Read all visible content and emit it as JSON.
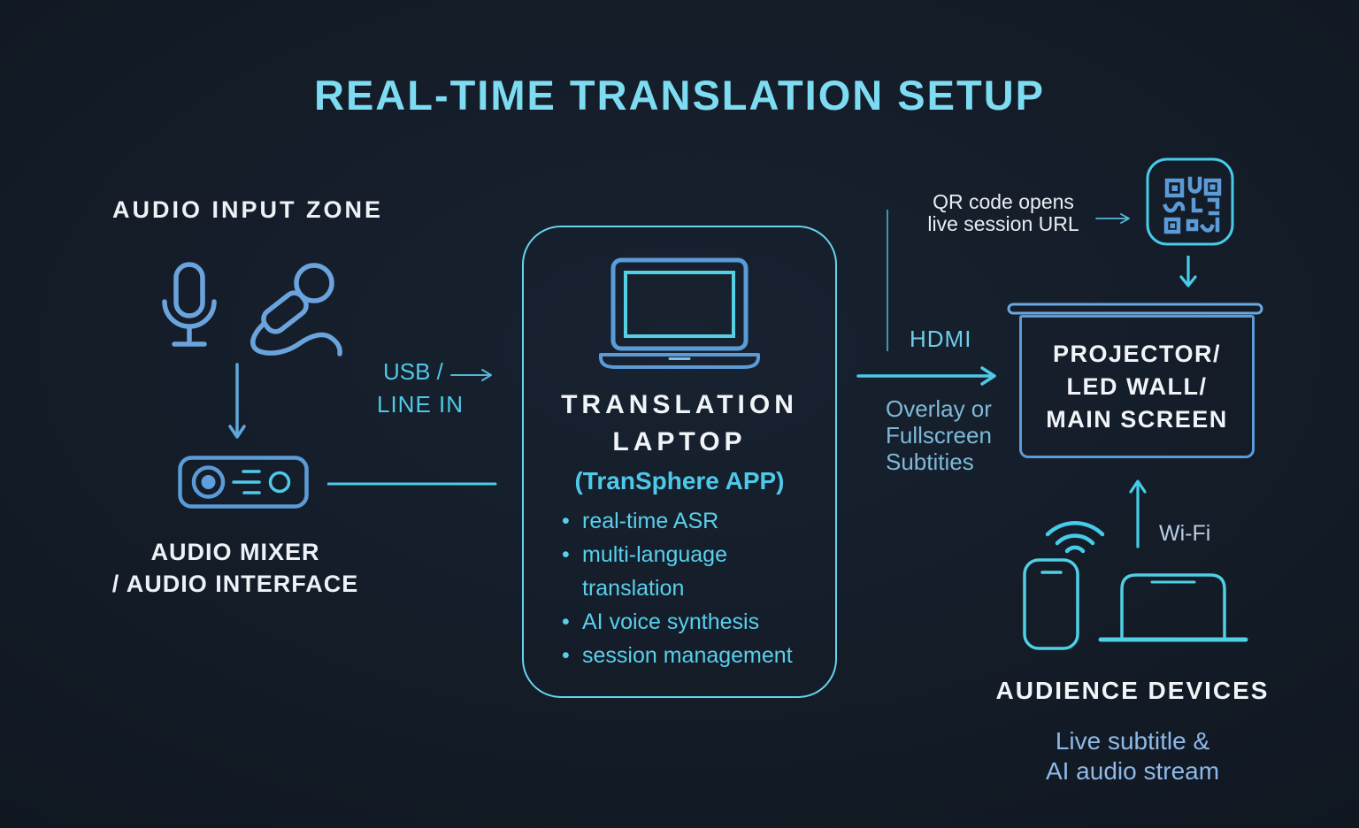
{
  "title": "REAL-TIME TRANSLATION SETUP",
  "audio_input": {
    "heading": "AUDIO INPUT ZONE",
    "mixer_label_line1": "AUDIO MIXER",
    "mixer_label_line2": "/ AUDIO INTERFACE",
    "connection_line1": "USB /",
    "connection_line2": "LINE IN"
  },
  "laptop": {
    "name_line1": "TRANSLATION",
    "name_line2": "LAPTOP",
    "app_name": "(TranSphere APP)",
    "features": [
      "real-time ASR",
      "multi-language translation",
      "AI voice synthesis",
      "session management"
    ]
  },
  "display": {
    "cable_label": "HDMI",
    "mode_line1": "Overlay or",
    "mode_line2": "Fullscreen",
    "mode_line3": "Subtities",
    "screen_line1": "PROJECTOR/",
    "screen_line2": "LED WALL/",
    "screen_line3": "MAIN SCREEN"
  },
  "qr": {
    "label_line1": "QR code opens",
    "label_line2": "live session URL"
  },
  "audience": {
    "wifi_label": "Wi-Fi",
    "heading": "AUDIENCE DEVICES",
    "sub_line1": "Live subtitle &",
    "sub_line2": "AI audio stream"
  },
  "colors": {
    "background": "#121a25",
    "title": "#7edcf2",
    "white_text": "#eef2f7",
    "icon_blue": "#5b9bd8",
    "accent_cyan": "#4fc9e9",
    "box_border": "#68d3ea",
    "muted_blue_text": "#7fb9d9",
    "light_blue_text": "#8db9e8"
  }
}
